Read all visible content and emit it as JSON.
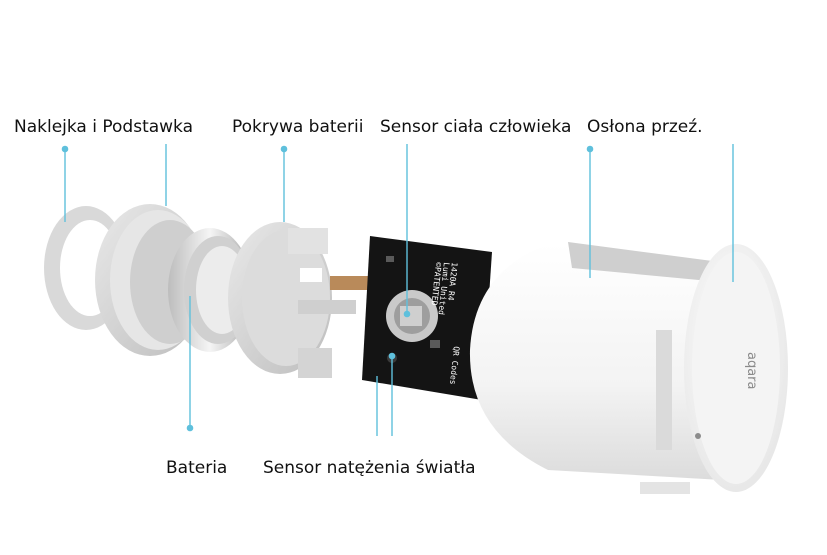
{
  "labels": {
    "sticker_base": "Naklejka i Podstawka",
    "battery_cover": "Pokrywa baterii",
    "human_body_sensor": "Sensor ciała człowieka",
    "front_cover": "Osłona przeź.",
    "battery": "Bateria",
    "light_sensor": "Sensor natężenia światła"
  },
  "product_marks": {
    "board_text_1": "1420A R4",
    "board_text_2": "Lumi United",
    "board_text_3": "©PATENTED",
    "board_qr": "QR Codes",
    "brand_logo": "aqara"
  },
  "colors": {
    "leader_line": "#5fc0dc",
    "plastic_light": "#f2f2f2",
    "plastic_mid": "#d6d6d6",
    "plastic_shadow": "#b4b4b4",
    "pcb": "#141414"
  }
}
